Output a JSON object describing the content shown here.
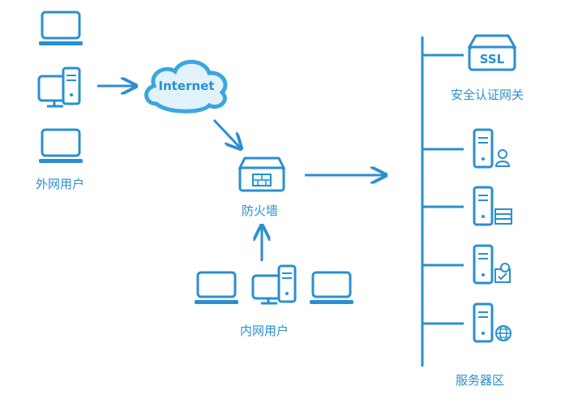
{
  "labels": {
    "external_users": "外网用户",
    "internet": "Internet",
    "firewall": "防火墙",
    "internal_users": "内网用户",
    "ssl_badge": "SSL",
    "ssl_gateway": "安全认证网关",
    "server_zone": "服务器区"
  },
  "colors": {
    "primary": "#2a8fd0",
    "cloud_fill": "#3aa6e0",
    "light_fill": "#e8f4fb",
    "label_text": "#2a8fd0"
  },
  "icons": {
    "external": [
      "laptop-icon",
      "desktop-icon",
      "laptop-icon"
    ],
    "internal": [
      "laptop-icon",
      "desktop-icon",
      "laptop-icon"
    ],
    "servers": [
      "server-user-icon",
      "server-storage-icon",
      "server-certificate-icon",
      "server-globe-icon"
    ]
  }
}
